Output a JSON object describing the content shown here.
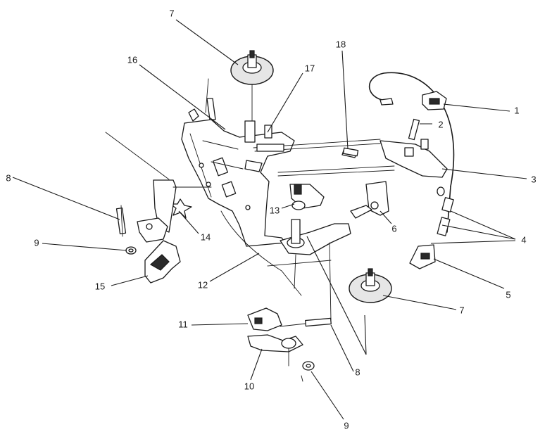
{
  "callouts": [
    {
      "id": "c1",
      "label": "1"
    },
    {
      "id": "c2",
      "label": "2"
    },
    {
      "id": "c3",
      "label": "3"
    },
    {
      "id": "c4",
      "label": "4"
    },
    {
      "id": "c5",
      "label": "5"
    },
    {
      "id": "c6",
      "label": "6"
    },
    {
      "id": "c7a",
      "label": "7"
    },
    {
      "id": "c7b",
      "label": "7"
    },
    {
      "id": "c8a",
      "label": "8"
    },
    {
      "id": "c8b",
      "label": "8"
    },
    {
      "id": "c9a",
      "label": "9"
    },
    {
      "id": "c9b",
      "label": "9"
    },
    {
      "id": "c10",
      "label": "10"
    },
    {
      "id": "c11",
      "label": "11"
    },
    {
      "id": "c12",
      "label": "12"
    },
    {
      "id": "c13",
      "label": "13"
    },
    {
      "id": "c14",
      "label": "14"
    },
    {
      "id": "c15",
      "label": "15"
    },
    {
      "id": "c16",
      "label": "16"
    },
    {
      "id": "c17",
      "label": "17"
    },
    {
      "id": "c18",
      "label": "18"
    }
  ]
}
